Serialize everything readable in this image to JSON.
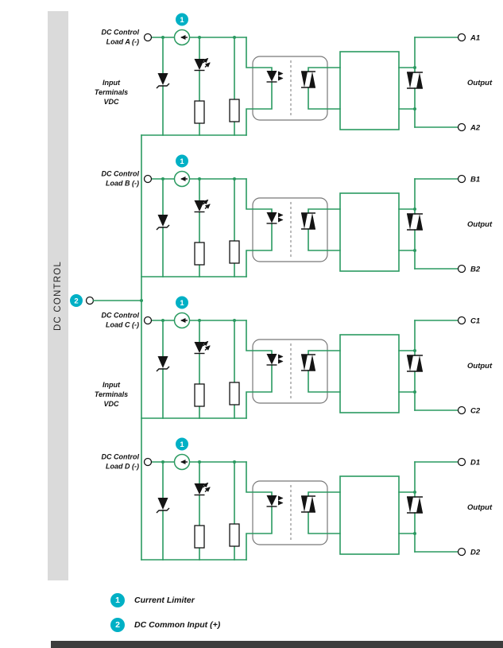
{
  "diagram": {
    "colors": {
      "wire": "#2a9a60",
      "badge": "#00b0c5",
      "comp": "#141414",
      "bar": "#dadada"
    },
    "sidebar_label": "DC CONTROL",
    "common_input": {
      "badge": "2"
    },
    "channels": [
      {
        "badge": "1",
        "load_line1": "DC Control",
        "load_line2": "Load A (-)",
        "input_line1": "Input",
        "input_line2": "Terminals",
        "input_line3": "VDC",
        "output_label": "Output",
        "terminal_top": "A1",
        "terminal_bottom": "A2"
      },
      {
        "badge": "1",
        "load_line1": "DC Control",
        "load_line2": "Load B (-)",
        "output_label": "Output",
        "terminal_top": "B1",
        "terminal_bottom": "B2"
      },
      {
        "badge": "1",
        "load_line1": "DC Control",
        "load_line2": "Load C (-)",
        "input_line1": "Input",
        "input_line2": "Terminals",
        "input_line3": "VDC",
        "output_label": "Output",
        "terminal_top": "C1",
        "terminal_bottom": "C2"
      },
      {
        "badge": "1",
        "load_line1": "DC Control",
        "load_line2": "Load D (-)",
        "output_label": "Output",
        "terminal_top": "D1",
        "terminal_bottom": "D2"
      }
    ],
    "legend": [
      {
        "badge": "1",
        "label": "Current Limiter"
      },
      {
        "badge": "2",
        "label": "DC Common Input (+)"
      }
    ]
  }
}
